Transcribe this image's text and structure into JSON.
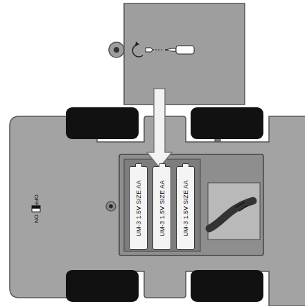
{
  "diagram": {
    "nodes": [
      {
        "text": [
          "UM-3 1.5V SIZE AA"
        ]
      },
      {
        "text": [
          "UM-3 1.5V SIZE AA"
        ]
      },
      {
        "text": [
          "UM-3 1.5V SIZE AA"
        ]
      }
    ],
    "labels": [
      "OFF",
      "ON"
    ]
  }
}
